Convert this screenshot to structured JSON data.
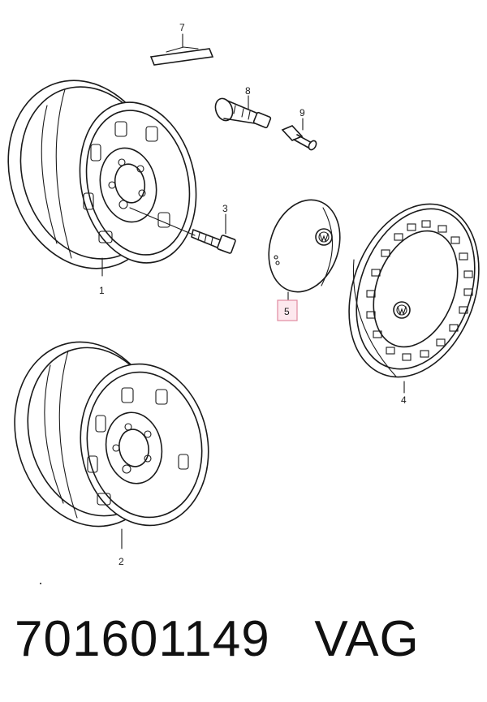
{
  "callouts": {
    "c1": "1",
    "c2": "2",
    "c3": "3",
    "c4": "4",
    "c5": "5",
    "c7": "7",
    "c8": "8",
    "c9": "9"
  },
  "highlighted_callout": "5",
  "colors": {
    "line": "#1a1a1a",
    "highlight_fill": "#fde8ee",
    "highlight_stroke": "#e08aa0"
  },
  "caption": {
    "part_number": "701601149",
    "brand": "VAG"
  }
}
